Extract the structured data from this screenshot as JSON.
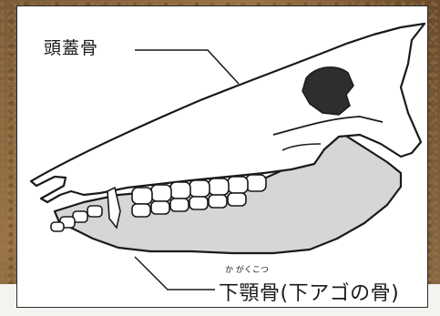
{
  "labels": {
    "skull": "頭蓋骨",
    "lower_jaw": "下顎骨(下アゴの骨)",
    "lower_jaw_furigana": "か がくこつ"
  },
  "colors": {
    "outline": "#1a1a1a",
    "jaw_fill": "#d6d6d6",
    "eye_socket": "#2e2e2e"
  }
}
